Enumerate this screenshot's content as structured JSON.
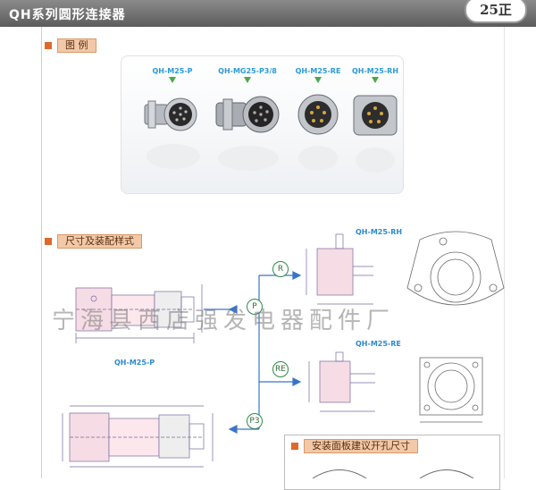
{
  "header": {
    "title": "QH系列圆形连接器",
    "page_number": "25正"
  },
  "sections": {
    "legend": "图 例",
    "dimensions": "尺寸及装配样式",
    "panel_hole": "安装面板建议开孔尺寸"
  },
  "legend_items": [
    "QH-M25-P",
    "QH-MG25-P3/8",
    "QH-M25-RE",
    "QH-M25-RH"
  ],
  "drawing_labels": {
    "p": "QH-M25-P",
    "rh": "QH-M25-RH",
    "re": "QH-M25-RE"
  },
  "callouts": {
    "r": "R",
    "p": "P",
    "re": "RE",
    "p3": "P3"
  },
  "watermark": "宁海县西店强发电器配件厂",
  "colors": {
    "accent": "#e0682a",
    "label_blue": "#2b9ad8",
    "arrow_blue": "#3a74c9",
    "callout_green": "#2f8a4a"
  }
}
